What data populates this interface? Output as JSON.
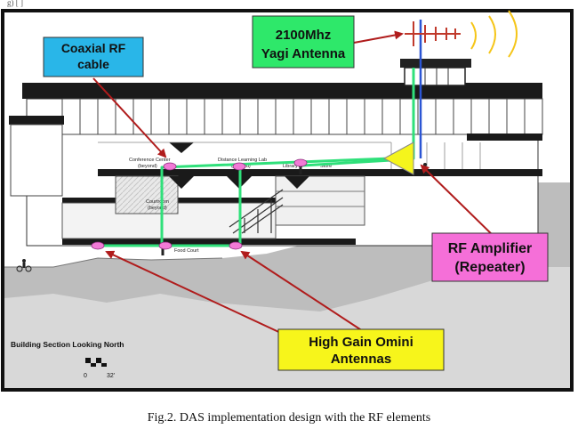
{
  "top_note": "g)                         [ ]",
  "labels": {
    "coaxial": [
      "Coaxial RF",
      "cable"
    ],
    "yagi": [
      "2100Mhz",
      "Yagi Antenna"
    ],
    "amplifier": [
      "RF Amplifier",
      "(Repeater)"
    ],
    "omni": [
      "High Gain Omini",
      "Antennas"
    ]
  },
  "room_labels": {
    "conference": "Conference Center",
    "conference_sub": "(beyond)",
    "distance": "Distance Learning Lab",
    "distance_sub": "(beyond)",
    "library": "Library",
    "store": "Store",
    "courtroom": "Courtroom",
    "courtroom_sub": "(beyond)",
    "food": "Food Court"
  },
  "section_title": "Building Section Looking North",
  "scale": {
    "zero": "0",
    "end": "32'"
  },
  "caption": "Fig.2. DAS implementation design with the RF elements",
  "colors": {
    "coax_box": "#29b6e8",
    "yagi_box": "#2ee86a",
    "amp_box": "#f56fd8",
    "omni_box": "#f7f51b",
    "cable": "#2fe07a",
    "arrow": "#b01c1c",
    "antenna_node": "#f27ad6",
    "amplifier": "#f5f51c"
  }
}
